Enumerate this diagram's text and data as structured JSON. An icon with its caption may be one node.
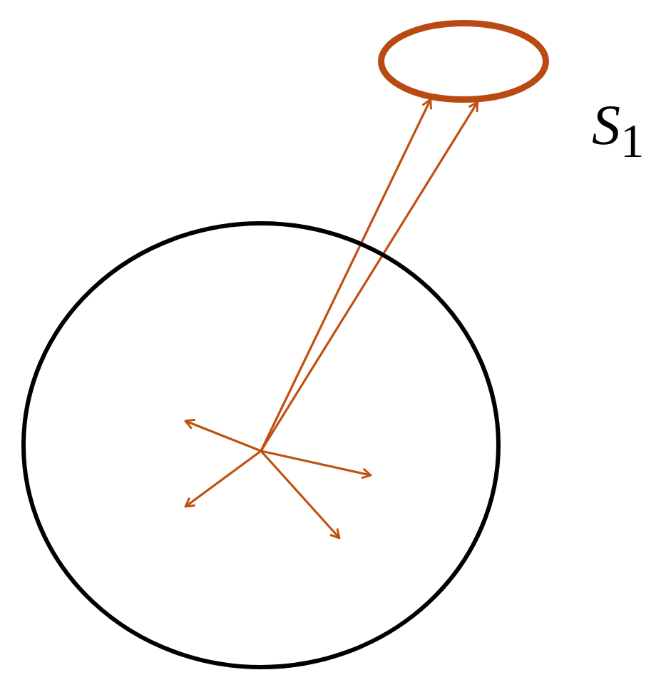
{
  "diagram": {
    "nodes": [
      {
        "text": [],
        "shape": "circle"
      },
      {
        "text": [],
        "shape": "circle",
        "beside": [
          "*S*$_{1}$"
        ]
      }
    ],
    "edges": [
      {
        "from": 0,
        "to": 1,
        "arrow": "to"
      },
      {
        "from": 0,
        "to": 1,
        "arrow": "to"
      }
    ]
  }
}
